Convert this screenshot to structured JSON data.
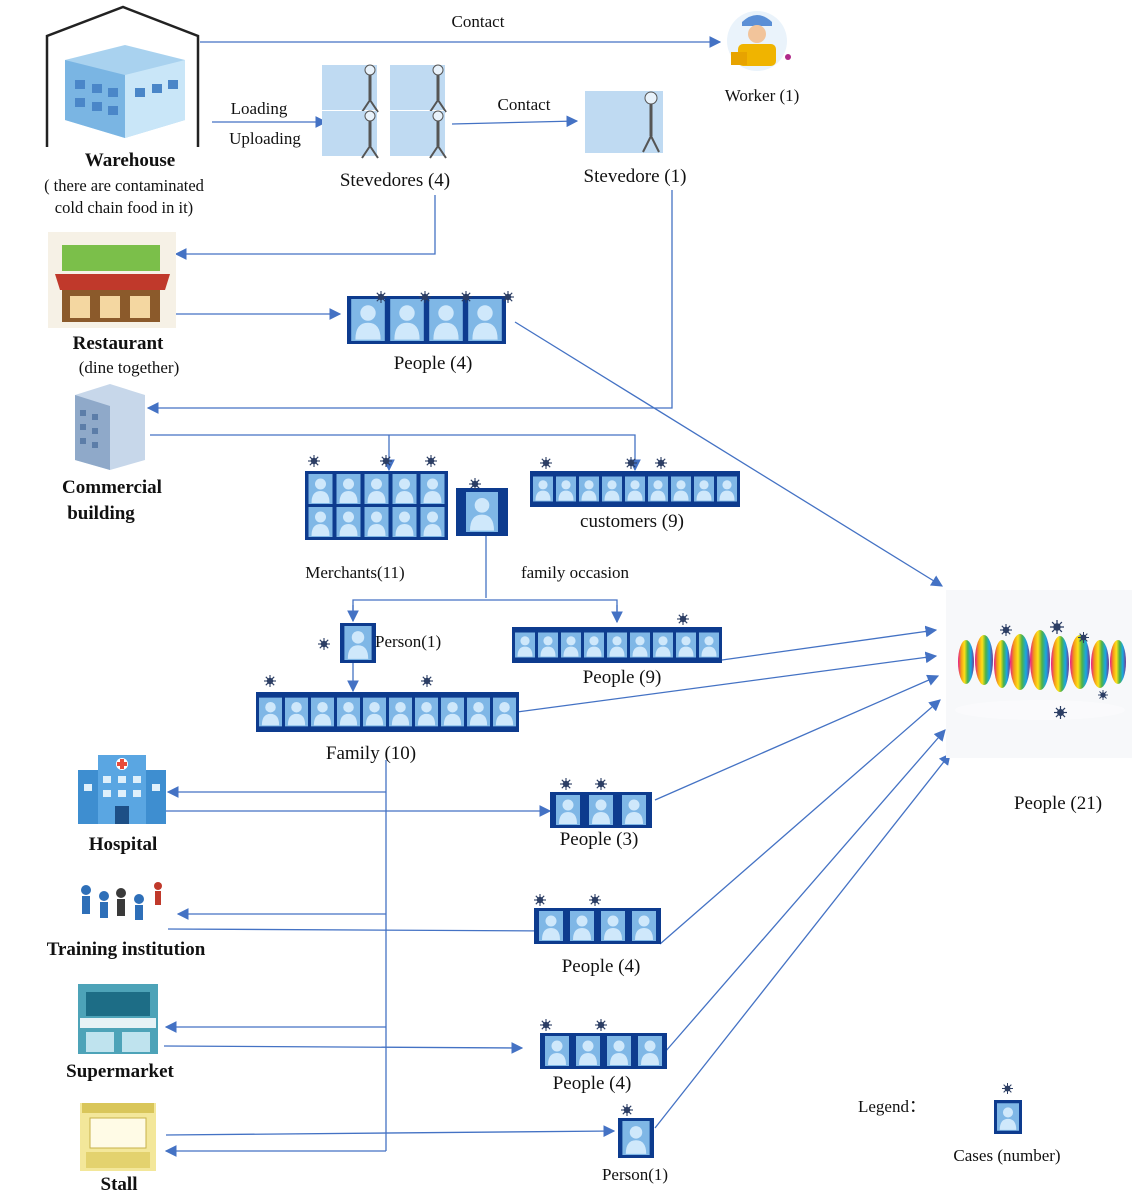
{
  "colors": {
    "edge": "#4472c4",
    "group_bg": "#0d3b8e",
    "person": "#9fd0f2",
    "virus": "#2c3e64"
  },
  "warehouse": {
    "name": "Warehouse",
    "note_line1": "( there are contaminated",
    "note_line2": "cold chain food in it)"
  },
  "edges": {
    "contact_top": "Contact",
    "loading": "Loading",
    "uploading": "Uploading",
    "contact_mid": "Contact",
    "family_occasion": "family occasion"
  },
  "stevedores_group": {
    "label": "Stevedores (4)"
  },
  "stevedore_single": {
    "label": "Stevedore (1)"
  },
  "worker": {
    "label": "Worker (1)"
  },
  "restaurant": {
    "name": "Restaurant",
    "note": "(dine together)"
  },
  "commercial": {
    "line1": "Commercial",
    "line2": "building"
  },
  "groups": {
    "restaurant_people": "People (4)",
    "merchants": "Merchants(11)",
    "customers": "customers (9)",
    "person_family": "Person(1)",
    "people_9": "People (9)",
    "family": "Family (10)",
    "hospital_people": "People (3)",
    "training_people": "People (4)",
    "supermarket_people": "People (4)",
    "stall_person": "Person(1)",
    "crowd": "People (21)"
  },
  "places": {
    "hospital": "Hospital",
    "training": "Training  institution",
    "supermarket": "Supermarket",
    "stall": "Stall"
  },
  "legend": {
    "title": "Legend：",
    "item": "Cases (number)"
  }
}
